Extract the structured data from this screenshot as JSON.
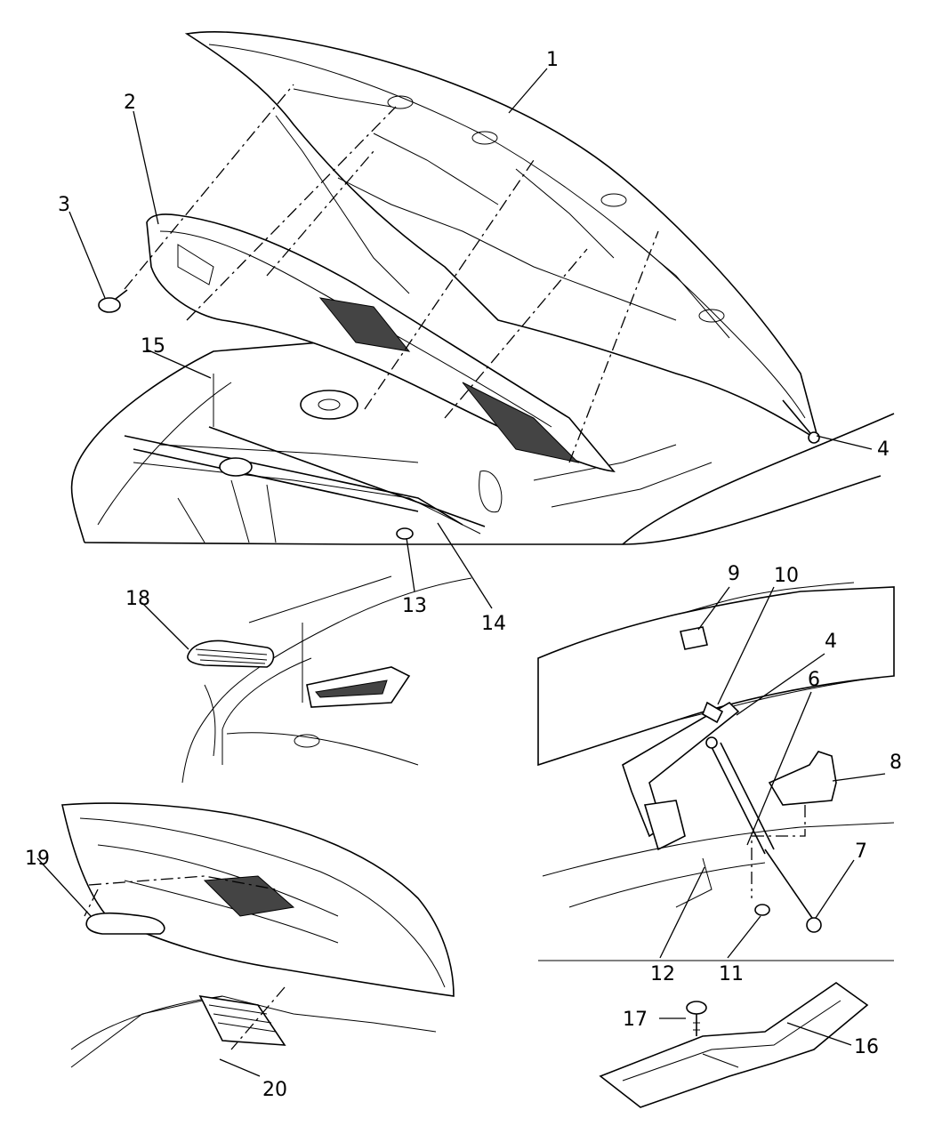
{
  "callouts": [
    {
      "id": "c1",
      "text": "1"
    },
    {
      "id": "c2",
      "text": "2"
    },
    {
      "id": "c3",
      "text": "3"
    },
    {
      "id": "c4a",
      "text": "4"
    },
    {
      "id": "c4b",
      "text": "4"
    },
    {
      "id": "c6",
      "text": "6"
    },
    {
      "id": "c7",
      "text": "7"
    },
    {
      "id": "c8",
      "text": "8"
    },
    {
      "id": "c9",
      "text": "9"
    },
    {
      "id": "c10",
      "text": "10"
    },
    {
      "id": "c11",
      "text": "11"
    },
    {
      "id": "c12",
      "text": "12"
    },
    {
      "id": "c13",
      "text": "13"
    },
    {
      "id": "c14",
      "text": "14"
    },
    {
      "id": "c15",
      "text": "15"
    },
    {
      "id": "c16",
      "text": "16"
    },
    {
      "id": "c17",
      "text": "17"
    },
    {
      "id": "c18",
      "text": "18"
    },
    {
      "id": "c19",
      "text": "19"
    },
    {
      "id": "c20",
      "text": "20"
    }
  ]
}
